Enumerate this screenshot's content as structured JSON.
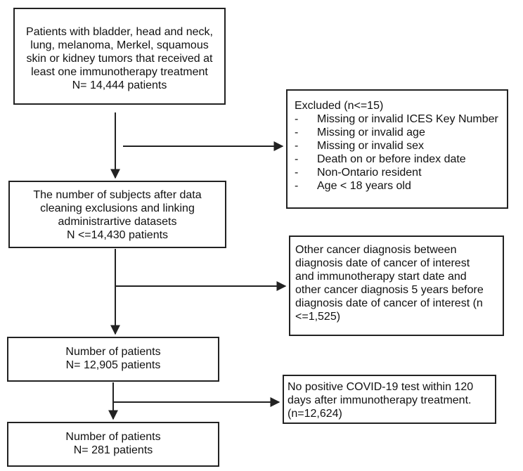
{
  "box1": {
    "lines": [
      "Patients with bladder, head and neck,",
      "lung, melanoma, Merkel, squamous",
      "skin or kidney tumors that received at",
      "least one immunotherapy treatment",
      "N= 14,444 patients"
    ]
  },
  "exclusion1": {
    "title": "Excluded (n<=15)",
    "items": [
      "Missing or invalid ICES Key Number",
      "Missing or invalid age",
      "Missing or invalid sex",
      "Death on or before index date",
      "Non-Ontario resident",
      "Age < 18 years old"
    ]
  },
  "box2": {
    "lines": [
      "The number of subjects after data",
      "cleaning exclusions and linking",
      "administrartive datasets",
      "N <=14,430 patients"
    ]
  },
  "exclusion2": {
    "lines": [
      "Other cancer diagnosis between",
      "diagnosis date of cancer of interest",
      "and immunotherapy start date and",
      "other cancer diagnosis 5 years before",
      "diagnosis date of cancer of interest (n",
      "<=1,525)"
    ]
  },
  "box3": {
    "lines": [
      "Number of patients",
      "N= 12,905 patients"
    ]
  },
  "exclusion3": {
    "lines": [
      "No positive COVID-19 test within 120",
      "days after immunotherapy treatment.",
      "(n=12,624)"
    ]
  },
  "box4": {
    "lines": [
      "Number of patients",
      "N= 281 patients"
    ]
  }
}
